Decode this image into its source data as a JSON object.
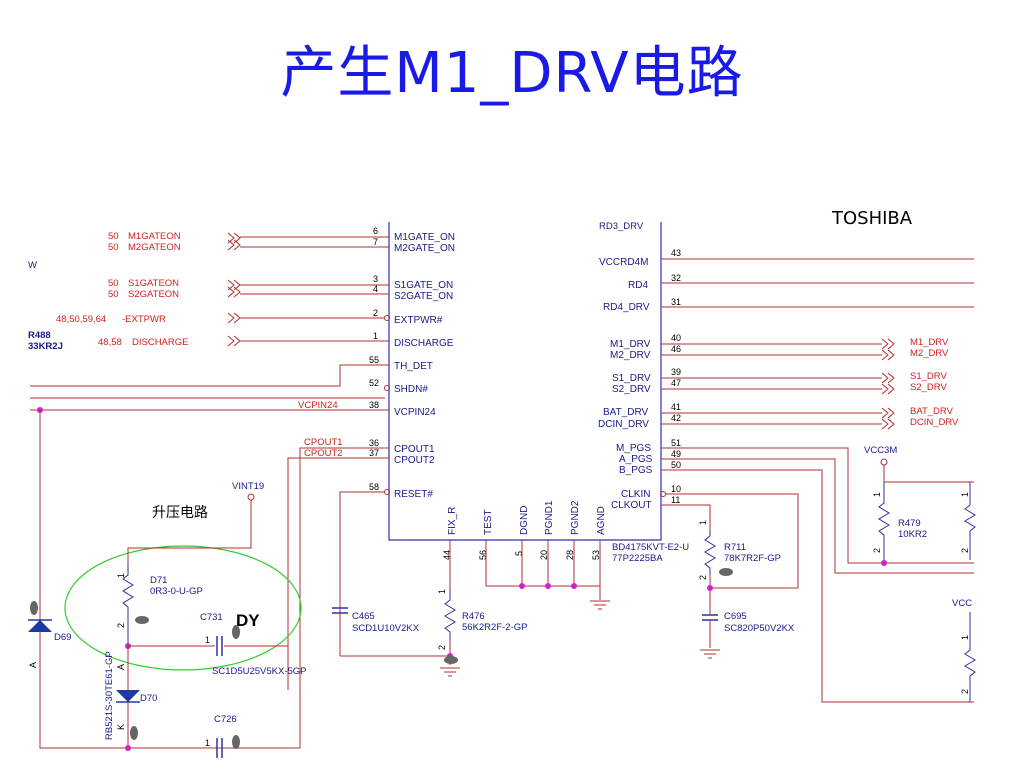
{
  "title": "产生M1_DRV电路",
  "brand": "TOSHIBA",
  "boost_label": "升压电路",
  "dy_label": "DY",
  "left_nets": [
    {
      "ref": "50",
      "name": "M1GATEON",
      "pin": "6",
      "chip_pin": "M1GATE_ON"
    },
    {
      "ref": "50",
      "name": "M2GATEON",
      "pin": "7",
      "chip_pin": "M2GATE_ON"
    },
    {
      "ref": "50",
      "name": "S1GATEON",
      "pin": "3",
      "chip_pin": "S1GATE_ON"
    },
    {
      "ref": "50",
      "name": "S2GATEON",
      "pin": "4",
      "chip_pin": "S2GATE_ON"
    },
    {
      "ref": "48,50,59,64",
      "name": "-EXTPWR",
      "pin": "2",
      "chip_pin": "EXTPWR#"
    },
    {
      "ref": "48,58",
      "name": "DISCHARGE",
      "pin": "1",
      "chip_pin": "DISCHARGE"
    }
  ],
  "left_pins_other": [
    {
      "pin": "55",
      "chip_pin": "TH_DET"
    },
    {
      "pin": "52",
      "chip_pin": "SHDN#"
    },
    {
      "pin": "38",
      "chip_pin": "VCPIN24",
      "net": "VCPIN24"
    },
    {
      "pin": "36",
      "chip_pin": "CPOUT1",
      "net": "CPOUT1"
    },
    {
      "pin": "37",
      "chip_pin": "CPOUT2",
      "net": "CPOUT2"
    },
    {
      "pin": "58",
      "chip_pin": "RESET#"
    }
  ],
  "r488": {
    "ref": "R488",
    "value": "33KR2J"
  },
  "w_label": "W",
  "right_pins": [
    {
      "pin": "43",
      "chip_pin": "VCCRD4M"
    },
    {
      "pin": "32",
      "chip_pin": "RD4"
    },
    {
      "pin": "31",
      "chip_pin": "RD4_DRV"
    },
    {
      "pin": "40",
      "chip_pin": "M1_DRV",
      "net": "M1_DRV"
    },
    {
      "pin": "46",
      "chip_pin": "M2_DRV",
      "net": "M2_DRV"
    },
    {
      "pin": "39",
      "chip_pin": "S1_DRV",
      "net": "S1_DRV"
    },
    {
      "pin": "47",
      "chip_pin": "S2_DRV",
      "net": "S2_DRV"
    },
    {
      "pin": "41",
      "chip_pin": "BAT_DRV",
      "net": "BAT_DRV"
    },
    {
      "pin": "42",
      "chip_pin": "DCIN_DRV",
      "net": "DCIN_DRV"
    },
    {
      "pin": "51",
      "chip_pin": "M_PGS"
    },
    {
      "pin": "49",
      "chip_pin": "A_PGS"
    },
    {
      "pin": "50",
      "chip_pin": "B_PGS"
    },
    {
      "pin": "10",
      "chip_pin": "CLKIN"
    },
    {
      "pin": "11",
      "chip_pin": "CLKOUT"
    }
  ],
  "top_partial_pin": "RD3_DRV",
  "bottom_pins": [
    {
      "pin": "44",
      "chip_pin": "FIX_R"
    },
    {
      "pin": "56",
      "chip_pin": "TEST"
    },
    {
      "pin": "5",
      "chip_pin": "DGND"
    },
    {
      "pin": "20",
      "chip_pin": "PGND1"
    },
    {
      "pin": "28",
      "chip_pin": "PGND2"
    },
    {
      "pin": "53",
      "chip_pin": "AGND"
    }
  ],
  "chip": {
    "part": "BD4175KVT-E2-U",
    "code": "77P2225BA"
  },
  "components": {
    "vint19": "VINT19",
    "vcc3m": "VCC3M",
    "vcc_partial": "VCC",
    "d71": {
      "ref": "D71",
      "value": "0R3-0-U-GP"
    },
    "c731": {
      "ref": "C731"
    },
    "c731_value": "SC1D5U25V5KX-5GP",
    "d69": "D69",
    "d70": "D70",
    "rb521": "RB521S-30TE61-GP",
    "c726": "C726",
    "c465": {
      "ref": "C465",
      "value": "SCD1U10V2KX"
    },
    "r476": {
      "ref": "R476",
      "value": "56K2R2F-2-GP"
    },
    "r711": {
      "ref": "R711",
      "value": "78K7R2F-GP"
    },
    "c695": {
      "ref": "C695",
      "value": "SC820P50V2KX"
    },
    "r479": {
      "ref": "R479",
      "value": "10KR2"
    }
  },
  "pin_marks": {
    "one": "1",
    "two": "2",
    "a": "A",
    "k": "K"
  },
  "colors": {
    "title": "#1a1ae6",
    "net": "#d42020",
    "component": "#1a1a8c",
    "boost_ellipse": "#33cc33"
  }
}
